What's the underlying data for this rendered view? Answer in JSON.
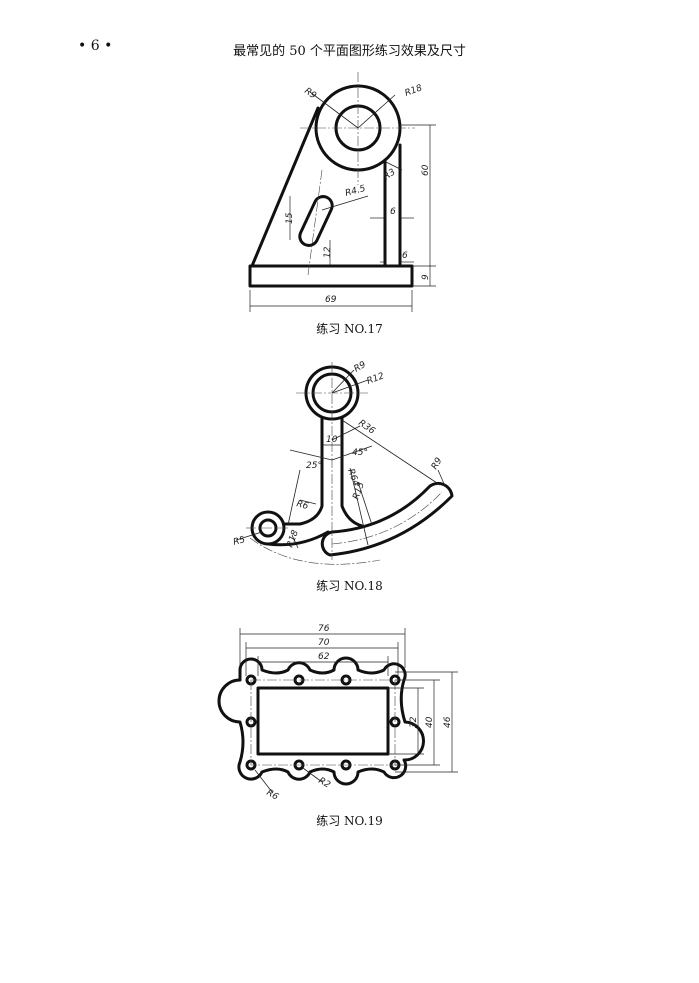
{
  "header": {
    "page_number": "• 6 •",
    "title": "最常见的 50 个平面图形练习效果及尺寸"
  },
  "exercises": [
    {
      "caption": "练习 NO.17",
      "labels": {
        "r9": "R9",
        "r18": "R18",
        "r3": "R3",
        "r45": "R4.5",
        "d15": "15",
        "d12": "12",
        "d6a": "6",
        "d6b": "6",
        "d60": "60",
        "d9": "9",
        "d69": "69"
      }
    },
    {
      "caption": "练习 NO.18",
      "labels": {
        "r9a": "R9",
        "r12": "R12",
        "r36": "R36",
        "d10": "10",
        "a45": "45°",
        "a25": "25°",
        "r64": "R64",
        "r15": "R15",
        "r9b": "R9",
        "r6": "R6",
        "r5": "R5",
        "r18": "R18"
      }
    },
    {
      "caption": "练习 NO.19",
      "labels": {
        "d76": "76",
        "d70": "70",
        "d62": "62",
        "d32": "32",
        "d40": "40",
        "d46": "46",
        "r2": "R2",
        "r6": "R6"
      }
    }
  ]
}
